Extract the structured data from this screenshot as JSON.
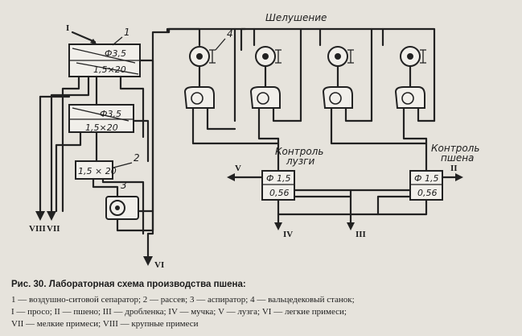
{
  "diagram": {
    "title_top": "Шелушение",
    "label_control_husk": "Контроль лузги",
    "label_control_husk_line1": "Контроль",
    "label_control_husk_line2": "лузги",
    "label_control_millet_line1": "Контроль",
    "label_control_millet_line2": "пшена",
    "numbers": [
      "1",
      "2",
      "3",
      "4"
    ],
    "roman": [
      "I",
      "II",
      "III",
      "IV",
      "V",
      "VI",
      "VII",
      "VIII"
    ],
    "sieve1_top": "Ф3,5",
    "sieve1_bot": "1,5×20",
    "sieve2_top": "Ф3,5",
    "sieve2_bot": "1,5×20",
    "rassev": "1,5 × 20",
    "ctrl_left_top": "Ф 1,5",
    "ctrl_left_bot": "0,56",
    "ctrl_right_top": "Ф 1,5",
    "ctrl_right_bot": "0,56"
  },
  "caption": {
    "fig_label": "Рис. 30.",
    "fig_title": "Лабораторная схема производства пшена:",
    "line1": "1 — воздушно-ситовой сепаратор; 2 — рассев; 3 — аспиратор; 4 — вальцедековый станок;",
    "line2": "I — просо; II — пшено; III — дробленка; IV — мучка; V — лузга; VI — легкие примеси;",
    "line3": "VII — мелкие примеси; VIII — крупные примеси"
  }
}
